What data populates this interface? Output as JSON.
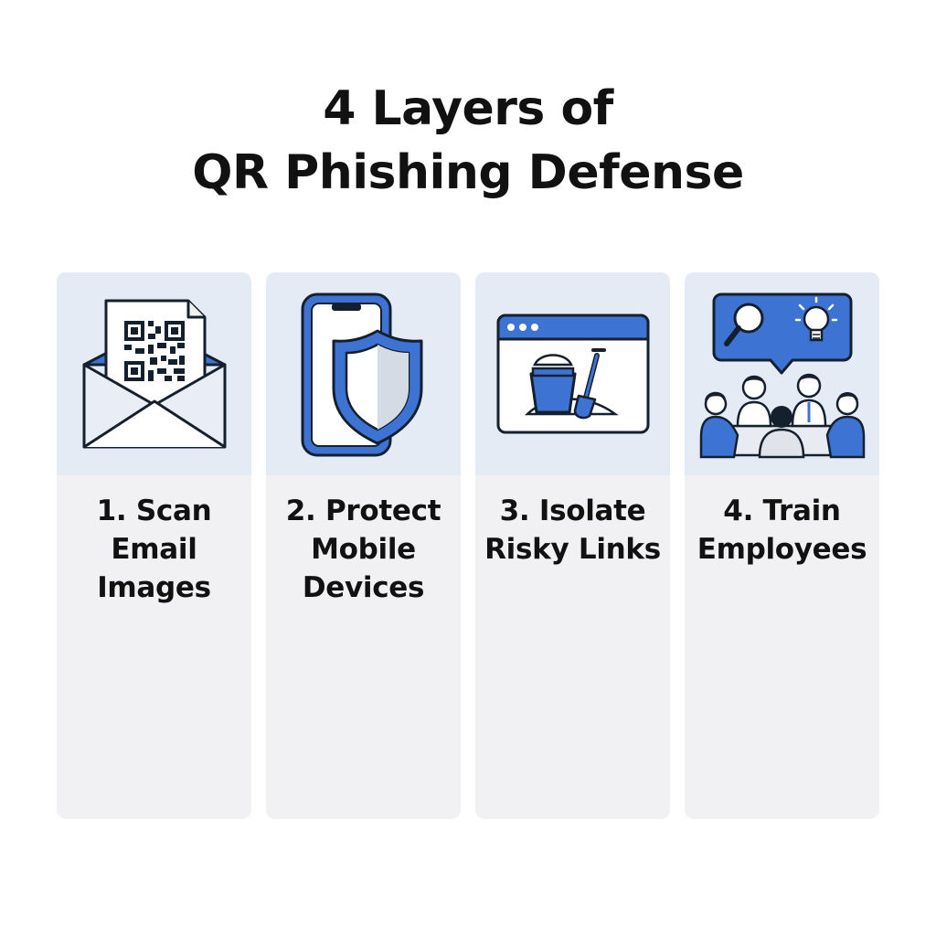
{
  "title": {
    "line1": "4 Layers of",
    "line2": "QR Phishing Defense"
  },
  "colors": {
    "accent": "#3d74d3",
    "outline": "#15202e",
    "icon_panel": "#e4ebf5",
    "card": "#f1f1f3"
  },
  "layers": [
    {
      "label": "1. Scan Email Images",
      "icon": "email-qr-icon"
    },
    {
      "label": "2. Protect Mobile Devices",
      "icon": "phone-shield-icon"
    },
    {
      "label": "3. Isolate Risky Links",
      "icon": "browser-sandbox-icon"
    },
    {
      "label": "4. Train Employees",
      "icon": "team-training-icon"
    }
  ]
}
